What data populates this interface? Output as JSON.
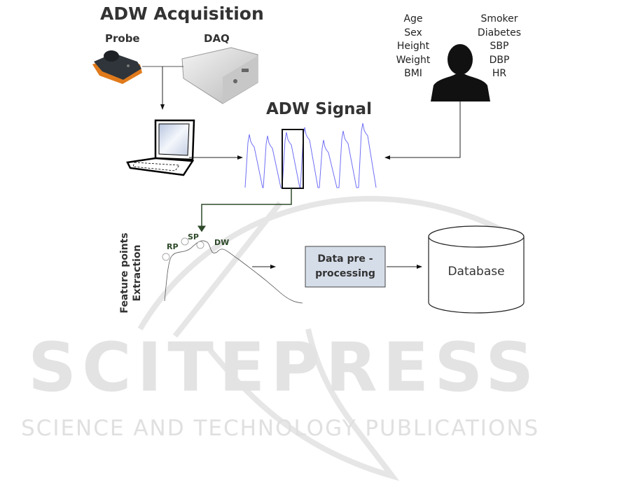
{
  "acquisition": {
    "title": "ADW Acquisition",
    "probe_label": "Probe",
    "daq_label": "DAQ"
  },
  "signal": {
    "title": "ADW Signal"
  },
  "patient": {
    "left_attributes": [
      "Age",
      "Sex",
      "Height",
      "Weight",
      "BMI"
    ],
    "right_attributes": [
      "Smoker",
      "Diabetes",
      "SBP",
      "DBP",
      "HR"
    ]
  },
  "features": {
    "title_line1": "Feature points",
    "title_line2": "Extraction",
    "points": [
      "RP",
      "SP",
      "DW"
    ]
  },
  "preprocessing": {
    "line1": "Data pre -",
    "line2": "processing"
  },
  "database": {
    "label": "Database"
  },
  "watermark": {
    "line1": "SCITEPRESS",
    "line2": "SCIENCE AND TECHNOLOGY PUBLICATIONS"
  },
  "colors": {
    "signal": "#6f6ff5",
    "arrow_green": "#2e4a2a",
    "box_fill": "#d5dde9"
  }
}
